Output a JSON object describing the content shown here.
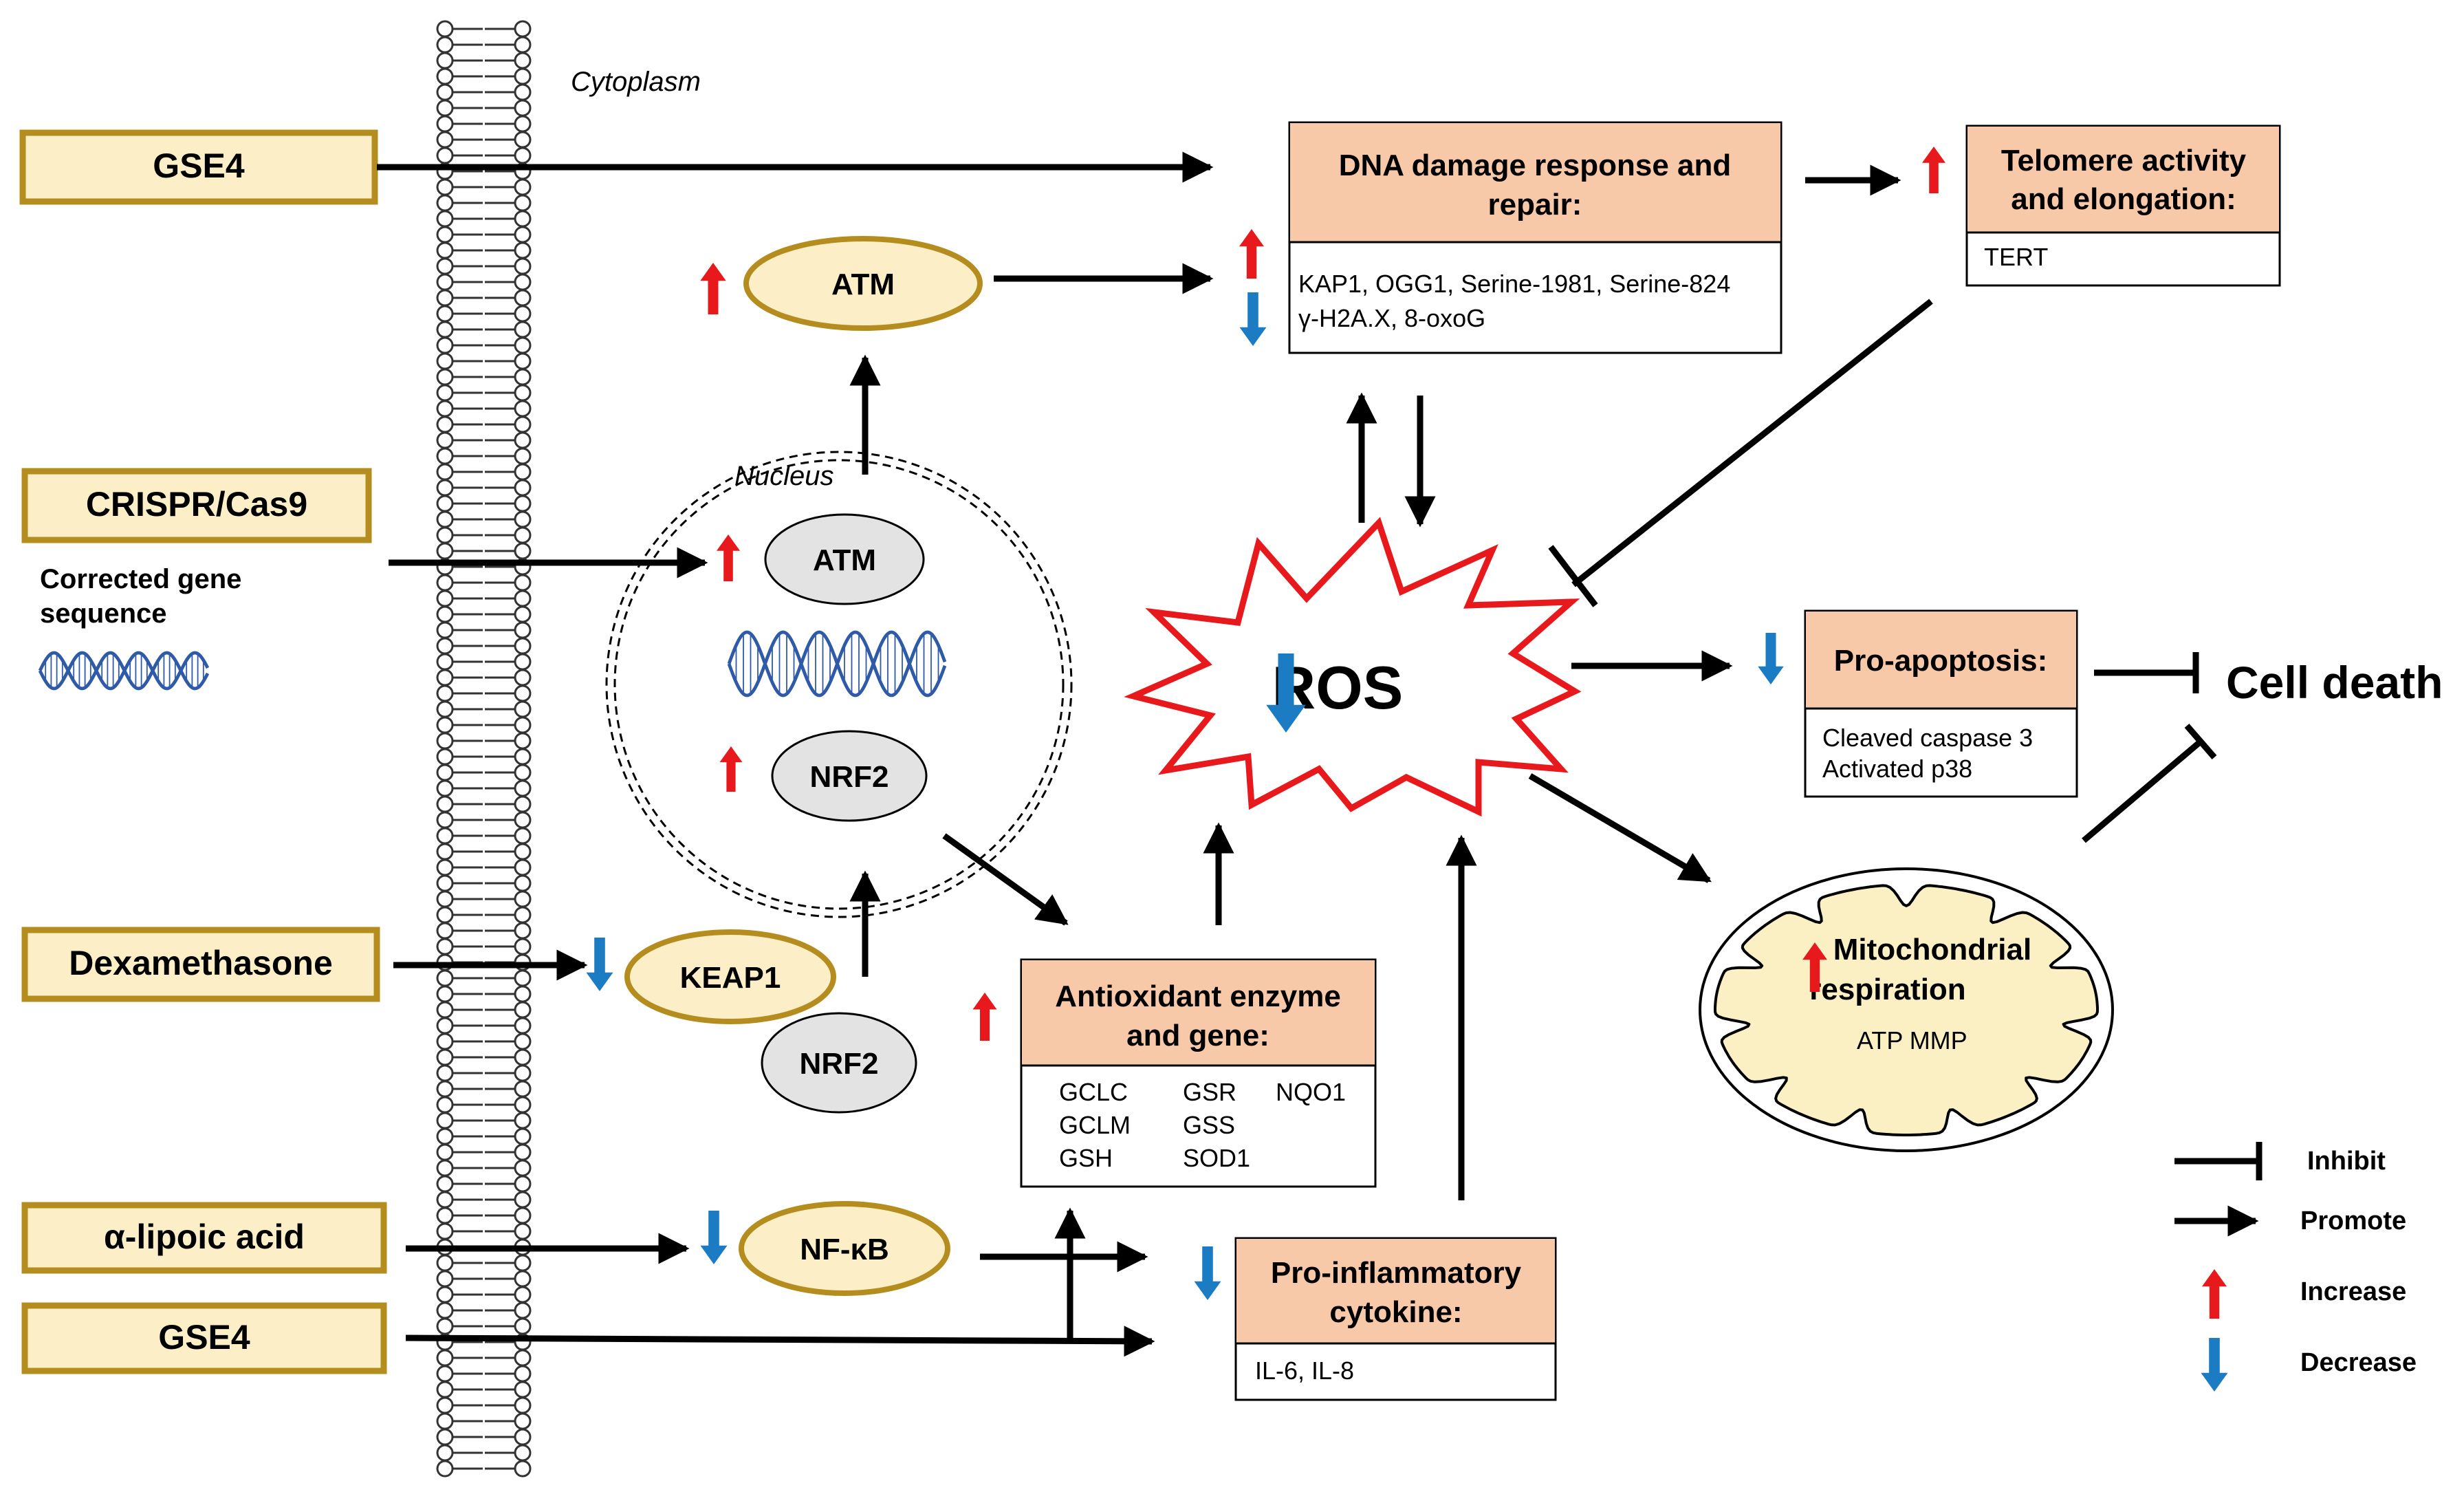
{
  "colors": {
    "drug_fill": "#fcefc8",
    "drug_border": "#b58d1f",
    "header_fill": "#f7c9a8",
    "increase": "#e8191c",
    "decrease": "#1b7cc3",
    "ros_stroke": "#e8191c",
    "ellipse_gray": "#e3e3e3",
    "dna_blue": "#2f5aa8",
    "mito_fill": "#faf0c4"
  },
  "labels": {
    "cytoplasm": "Cytoplasm",
    "nucleus": "Nucleus",
    "gse4_top": "GSE4",
    "crispr": "CRISPR/Cas9",
    "corrected_gene_1": "Corrected gene",
    "corrected_gene_2": "sequence",
    "dexamethasone": "Dexamethasone",
    "alpha_lipoic": "α-lipoic acid",
    "gse4_bottom": "GSE4",
    "atm_cyto": "ATM",
    "atm_nuc": "ATM",
    "nrf2_nuc": "NRF2",
    "keap1": "KEAP1",
    "nrf2_cyto": "NRF2",
    "nfkb": "NF-κB",
    "ros": "ROS",
    "cell_death": "Cell death"
  },
  "boxes": {
    "dna": {
      "title_1": "DNA damage response and",
      "title_2": "repair:",
      "line_1": "KAP1, OGG1, Serine-1981,  Serine-824",
      "line_2": "γ-H2A.X, 8-oxoG"
    },
    "telomere": {
      "title_1": "Telomere activity",
      "title_2": "and  elongation:",
      "line_1": "TERT"
    },
    "apoptosis": {
      "title_1": "Pro-apoptosis:",
      "line_1": "Cleaved caspase 3",
      "line_2": "Activated p38"
    },
    "antioxidant": {
      "title_1": "Antioxidant enzyme",
      "title_2": "and gene:",
      "col1": [
        "GCLC",
        "GCLM",
        "GSH"
      ],
      "col2": [
        "GSR",
        "GSS",
        "SOD1"
      ],
      "col3": [
        "NQO1"
      ]
    },
    "inflammatory": {
      "title_1": "Pro-inflammatory",
      "title_2": "cytokine:",
      "line_1": "IL-6, IL-8"
    },
    "mito": {
      "title_1": "Mitochondrial",
      "title_2": "respiration",
      "line_1": "ATP   MMP"
    }
  },
  "legend": {
    "inhibit": "Inhibit",
    "promote": "Promote",
    "increase": "Increase",
    "decrease": "Decrease"
  }
}
